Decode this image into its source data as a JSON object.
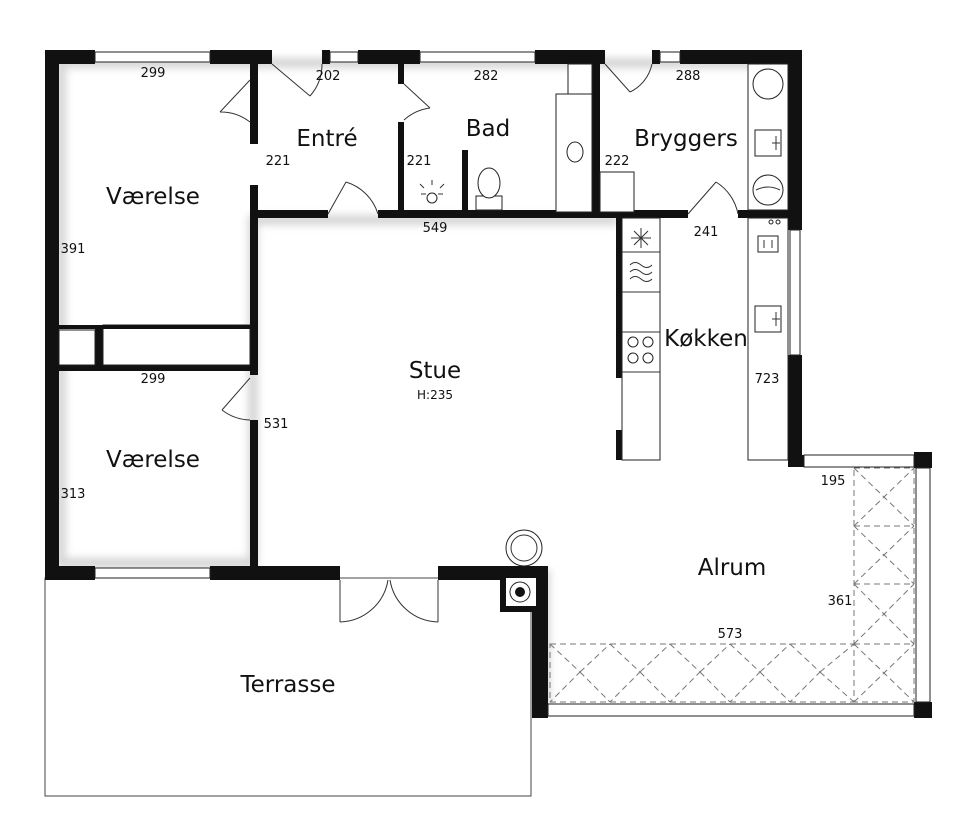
{
  "rooms": {
    "vaerelse_1": "Værelse",
    "vaerelse_2": "Værelse",
    "entre": "Entré",
    "bad": "Bad",
    "bryggers": "Bryggers",
    "stue": "Stue",
    "stue_height": "H:235",
    "kokken": "Køkken",
    "alrum": "Alrum",
    "terrasse": "Terrasse"
  },
  "dimensions": {
    "d299_top": "299",
    "d202": "202",
    "d282": "282",
    "d288": "288",
    "d221_entre": "221",
    "d221_bad": "221",
    "d222": "222",
    "d391": "391",
    "d549": "549",
    "d241": "241",
    "d299_mid": "299",
    "d531": "531",
    "d723": "723",
    "d313": "313",
    "d195": "195",
    "d361": "361",
    "d573": "573"
  },
  "icons": {
    "freezer": "snowflake-icon",
    "oven": "wave-icon",
    "stove": "cooktop-icon",
    "sink": "sink-icon",
    "toilet": "toilet-icon",
    "washer": "washing-machine-icon",
    "chimney": "fireplace-icon",
    "lamp": "light-icon"
  }
}
